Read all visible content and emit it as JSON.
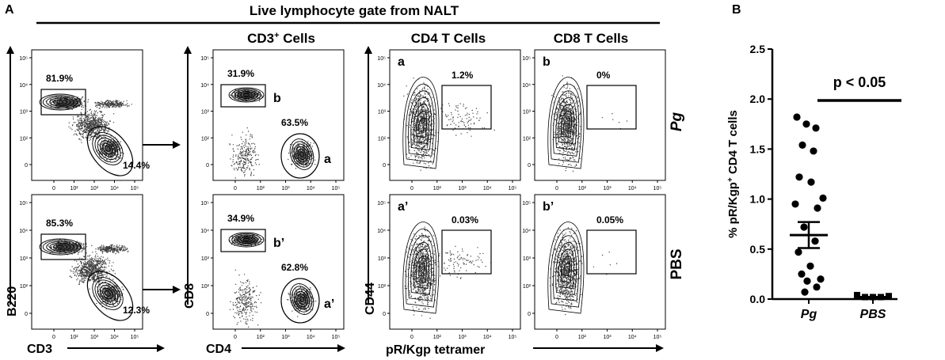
{
  "panel_a": {
    "letter": "A",
    "header": "Live lymphocyte gate from NALT",
    "col_titles": {
      "cd3": "CD3",
      "cd3_sup": "+",
      "cd3_rest": " Cells",
      "cd4": "CD4 T Cells",
      "cd8": "CD8 T Cells"
    },
    "row_labels": [
      "Pg",
      "PBS"
    ],
    "axis_labels": {
      "b220": "B220",
      "cd3": "CD3",
      "cd8": "CD8",
      "cd4": "CD4",
      "cd44": "CD44",
      "tetramer": "pR/Kgp tetramer"
    },
    "y_ticks": [
      "10⁵",
      "10⁴",
      "10³",
      "10²",
      "0"
    ],
    "x_ticks": [
      "0",
      "10²",
      "10³",
      "10⁴",
      "10⁵"
    ],
    "plots": [
      {
        "id": "b220-pg",
        "gates": [
          "81.9%",
          "14.4%"
        ]
      },
      {
        "id": "cd3-pg",
        "gates": [
          "31.9%",
          "63.5%"
        ],
        "letters": [
          "b",
          "a"
        ]
      },
      {
        "id": "cd4-pg",
        "corner": "a",
        "gates": [
          "1.2%"
        ]
      },
      {
        "id": "cd8-pg",
        "corner": "b",
        "gates": [
          "0%"
        ]
      },
      {
        "id": "b220-pbs",
        "gates": [
          "85.3%",
          "12.3%"
        ]
      },
      {
        "id": "cd3-pbs",
        "gates": [
          "34.9%",
          "62.8%"
        ],
        "letters": [
          "b’",
          "a’"
        ]
      },
      {
        "id": "cd4-pbs",
        "corner": "a’",
        "gates": [
          "0.03%"
        ]
      },
      {
        "id": "cd8-pbs",
        "corner": "b’",
        "gates": [
          "0.05%"
        ]
      }
    ]
  },
  "panel_b": {
    "letter": "B",
    "annotation": "p < 0.05"
  },
  "chart_data": {
    "type": "scatter",
    "categories": [
      "Pg",
      "PBS"
    ],
    "ylabel_parts": [
      "% pR/Kgp",
      "+",
      " CD4 T cells"
    ],
    "yticks": [
      "0.0",
      "0.5",
      "1.0",
      "1.5",
      "2.0",
      "2.5"
    ],
    "ylim": [
      0,
      2.5
    ],
    "series": [
      {
        "values": [
          1.82,
          1.75,
          1.71,
          1.54,
          1.48,
          1.22,
          1.17,
          1.01,
          0.95,
          0.91,
          0.72,
          0.58,
          0.47,
          0.33,
          0.25,
          0.2,
          0.18,
          0.12,
          0.07
        ]
      },
      {
        "values": [
          0.04,
          0.02,
          0.02,
          0.02,
          0.03
        ]
      }
    ],
    "mean": [
      0.64,
      0.02
    ],
    "sem": [
      0.13,
      0.005
    ]
  }
}
